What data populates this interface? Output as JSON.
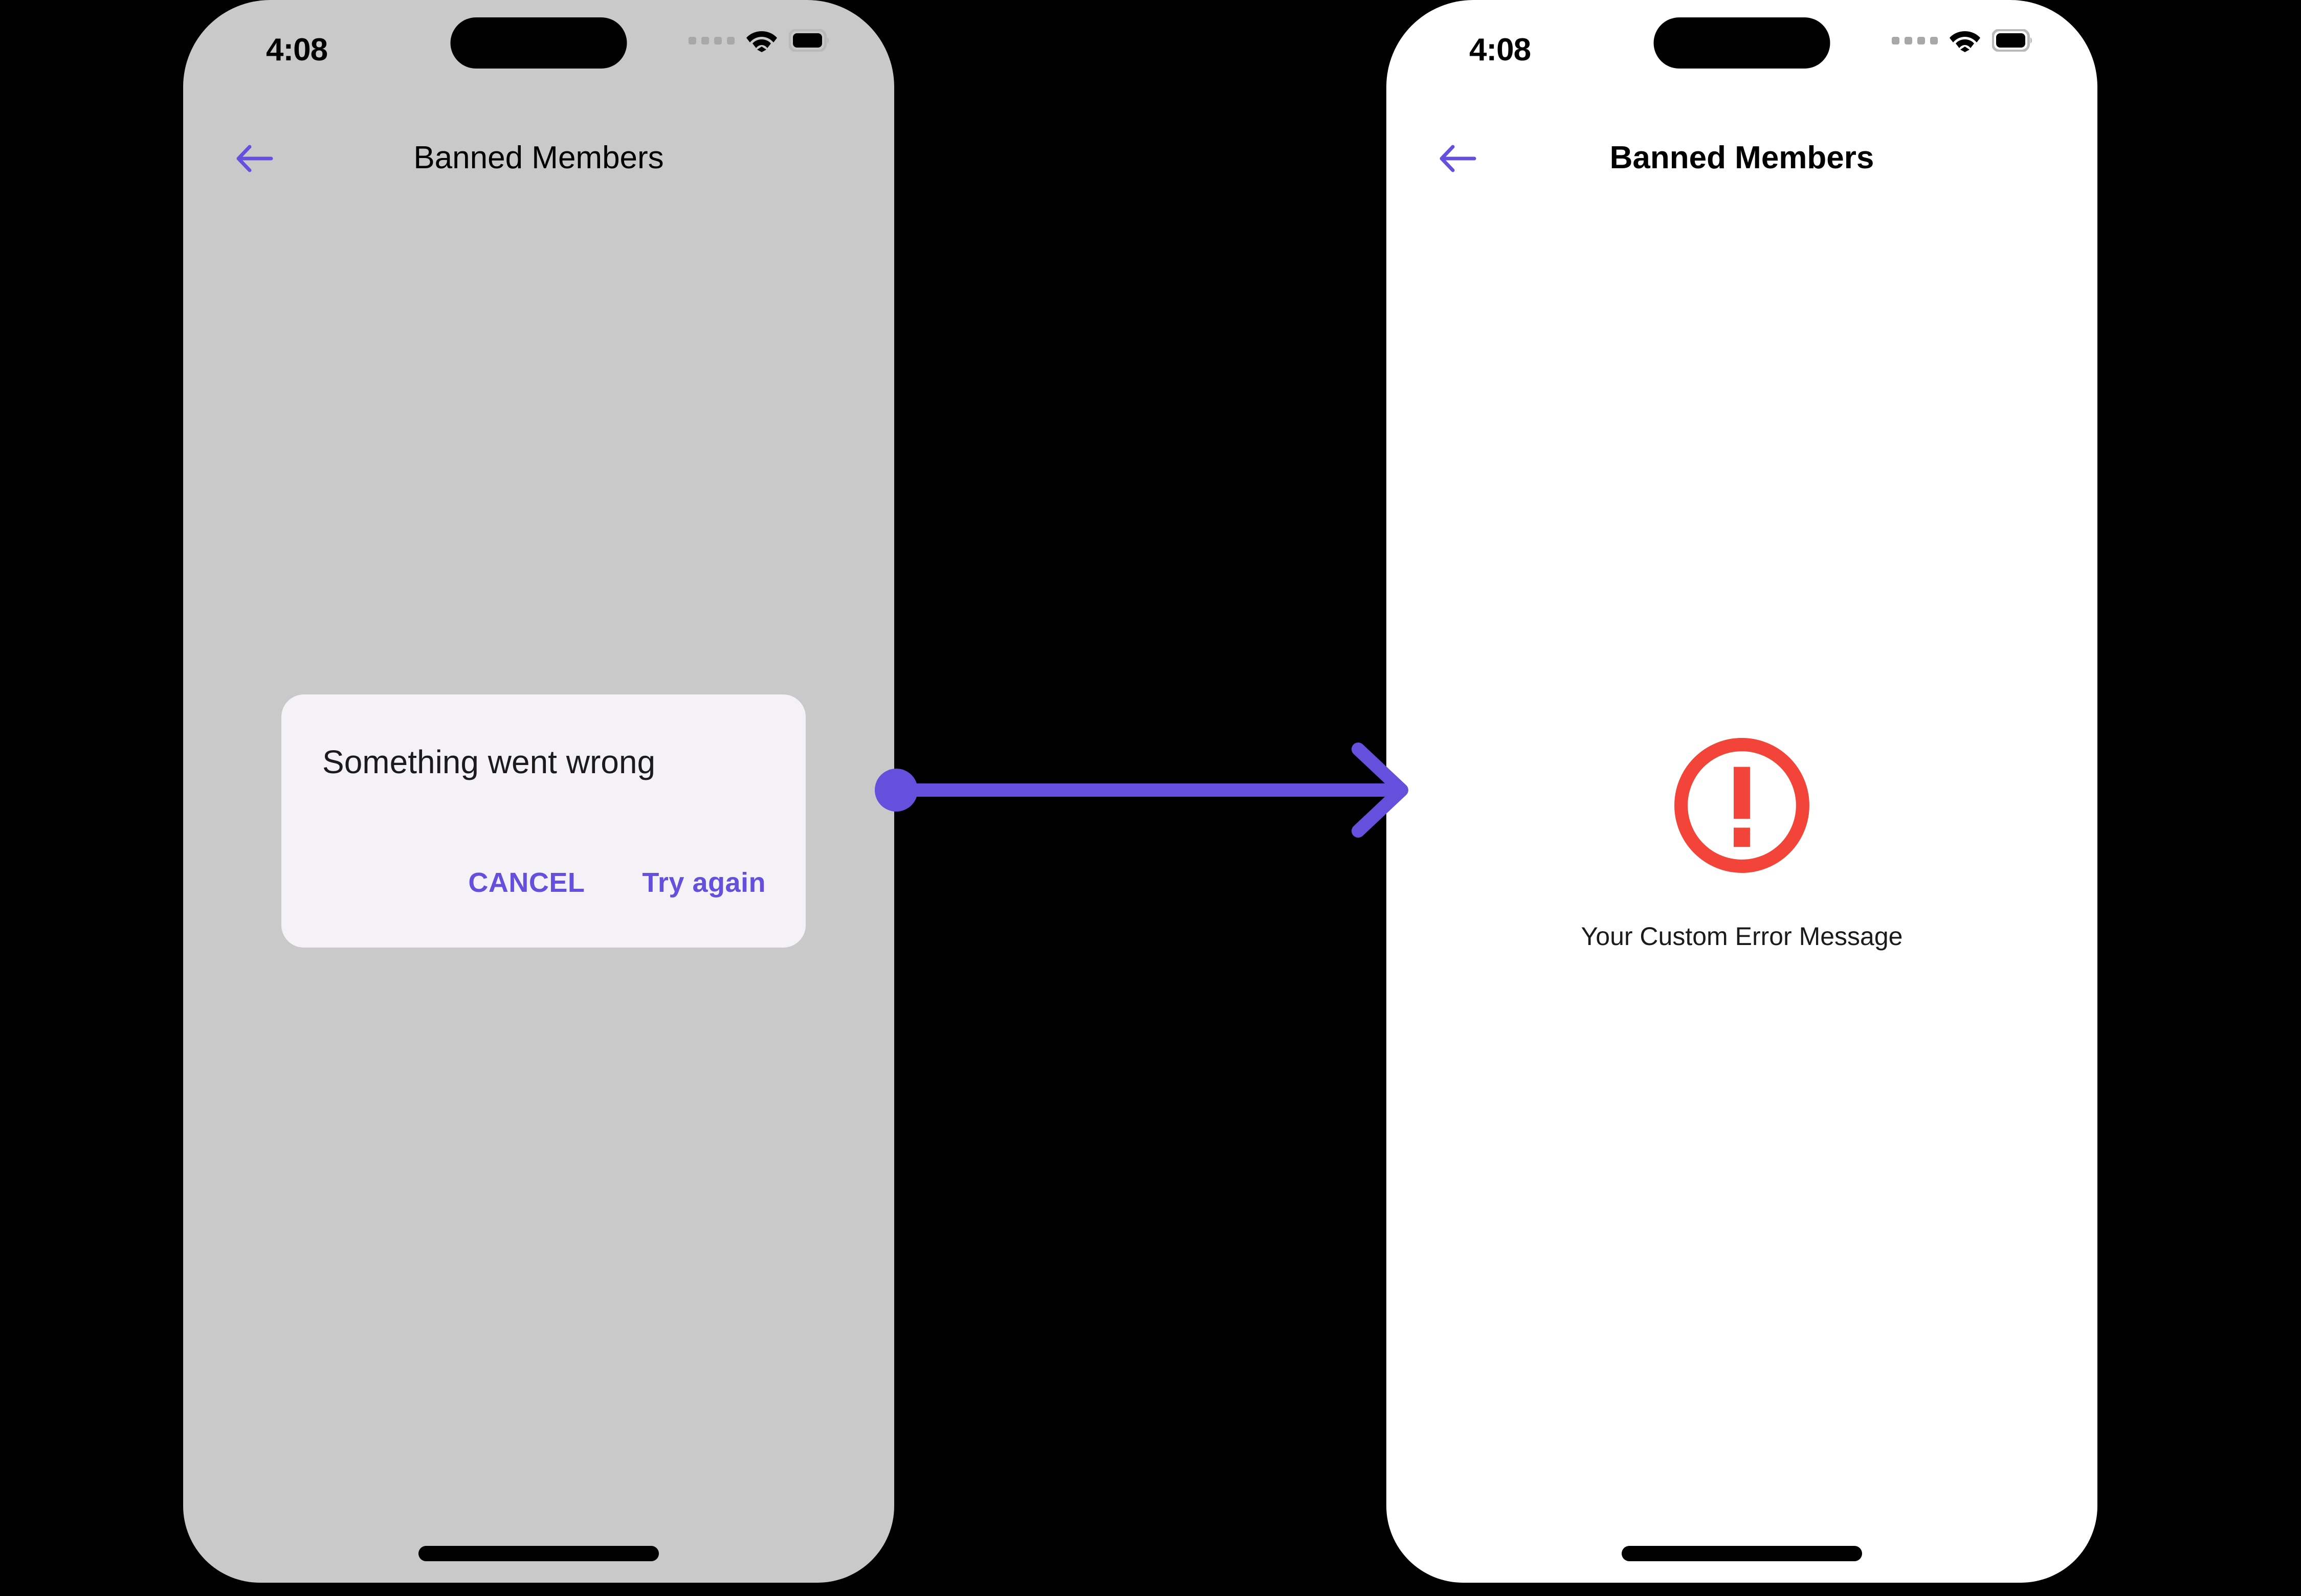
{
  "colors": {
    "accent_purple": "#6450DC",
    "error_red": "#F24438",
    "dialog_bg": "#F4F1F7",
    "scrim_gray": "#C9C9C9",
    "canvas_black": "#000000",
    "phone_right_bg": "#FFFFFF"
  },
  "phones": [
    {
      "id": "before",
      "status_bar": {
        "time": "4:08",
        "signal_icon": "signal-dots-icon",
        "wifi_icon": "wifi-icon",
        "battery_icon": "battery-full-icon",
        "dynamic_island": "dynamic-island"
      },
      "nav": {
        "back_icon": "arrow-left-icon",
        "title": "Banned Members"
      },
      "dialog": {
        "title": "Something went wrong",
        "cancel_label": "CANCEL",
        "retry_label": "Try again"
      }
    },
    {
      "id": "after",
      "status_bar": {
        "time": "4:08",
        "signal_icon": "signal-dots-icon",
        "wifi_icon": "wifi-icon",
        "battery_icon": "battery-full-icon",
        "dynamic_island": "dynamic-island"
      },
      "nav": {
        "back_icon": "arrow-left-icon",
        "title": "Banned Members"
      },
      "error_state": {
        "icon": "error-exclamation-circle-icon",
        "message": "Your Custom Error Message"
      }
    }
  ],
  "connector": {
    "icon": "arrow-right-connector",
    "direction": "left-to-right"
  }
}
